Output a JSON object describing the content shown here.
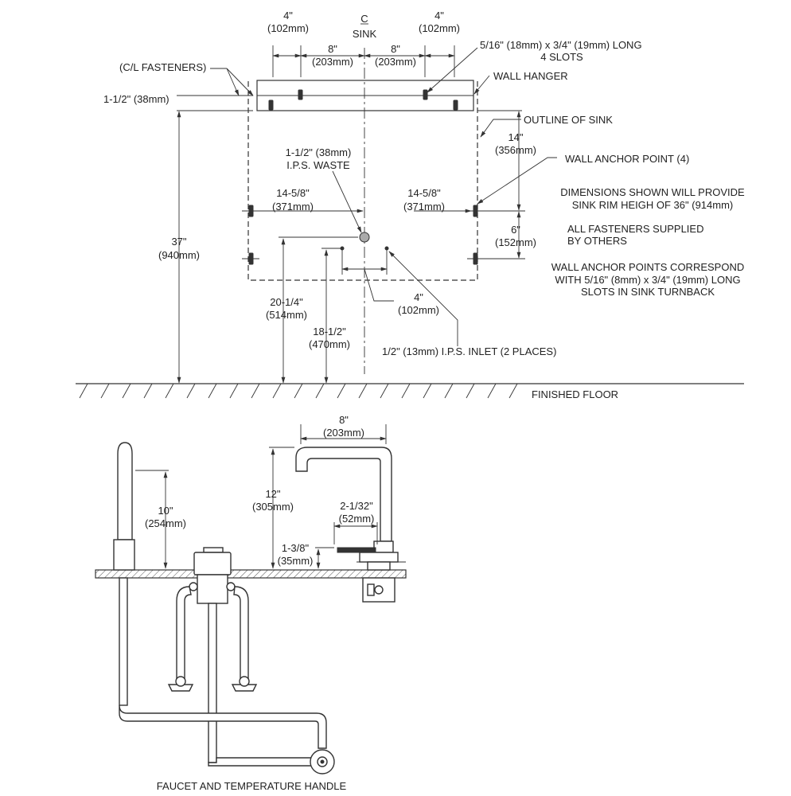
{
  "labels": {
    "top_left_4in": "4\"",
    "top_left_4mm": "(102mm)",
    "centerline_symbol": "C",
    "centerline_sink": "SINK",
    "top_right_4in": "4\"",
    "top_right_4mm": "(102mm)",
    "left_8in": "8\"",
    "left_8mm": "(203mm)",
    "right_8in": "8\"",
    "right_8mm": "(203mm)",
    "slots_line1": "5/16\" (18mm) x 3/4\" (19mm) LONG",
    "slots_line2": "4 SLOTS",
    "cl_fasteners": "(C/L FASTENERS)",
    "wall_hanger": "WALL HANGER",
    "hanger_height": "1-1/2\" (38mm)",
    "outline_of_sink": "OUTLINE OF SINK",
    "d14_in": "14\"",
    "d14_mm": "(356mm)",
    "wall_anchor_point": "WALL ANCHOR POINT (4)",
    "waste_line1": "1-1/2\" (38mm)",
    "waste_line2": "I.P.S. WASTE",
    "left_1458_in": "14-5/8\"",
    "left_1458_mm": "(371mm)",
    "right_1458_in": "14-5/8\"",
    "right_1458_mm": "(371mm)",
    "d6_in": "6\"",
    "d6_mm": "(152mm)",
    "d37_in": "37\"",
    "d37_mm": "(940mm)",
    "d2014_in": "20-1/4\"",
    "d2014_mm": "(514mm)",
    "d1812_in": "18-1/2\"",
    "d1812_mm": "(470mm)",
    "inlet_4in": "4\"",
    "inlet_4mm": "(102mm)",
    "inlet_label": "1/2\" (13mm) I.P.S. INLET (2 PLACES)",
    "finished_floor": "FINISHED FLOOR",
    "note1_line1": "DIMENSIONS SHOWN WILL PROVIDE",
    "note1_line2": "SINK RIM HEIGH OF 36\" (914mm)",
    "note2_line1": "ALL FASTENERS SUPPLIED",
    "note2_line2": "BY OTHERS",
    "note3_line1": "WALL ANCHOR POINTS CORRESPOND",
    "note3_line2": "WITH 5/16\" (8mm) x 3/4\" (19mm) LONG",
    "note3_line3": "SLOTS IN SINK TURNBACK",
    "spout_8in": "8\"",
    "spout_8mm": "(203mm)",
    "d12_in": "12\"",
    "d12_mm": "(305mm)",
    "d10_in": "10\"",
    "d10_mm": "(254mm)",
    "d2132_in": "2-1/32\"",
    "d2132_mm": "(52mm)",
    "d138_in": "1-3/8\"",
    "d138_mm": "(35mm)",
    "bottom_caption": "FAUCET AND TEMPERATURE HANDLE"
  }
}
